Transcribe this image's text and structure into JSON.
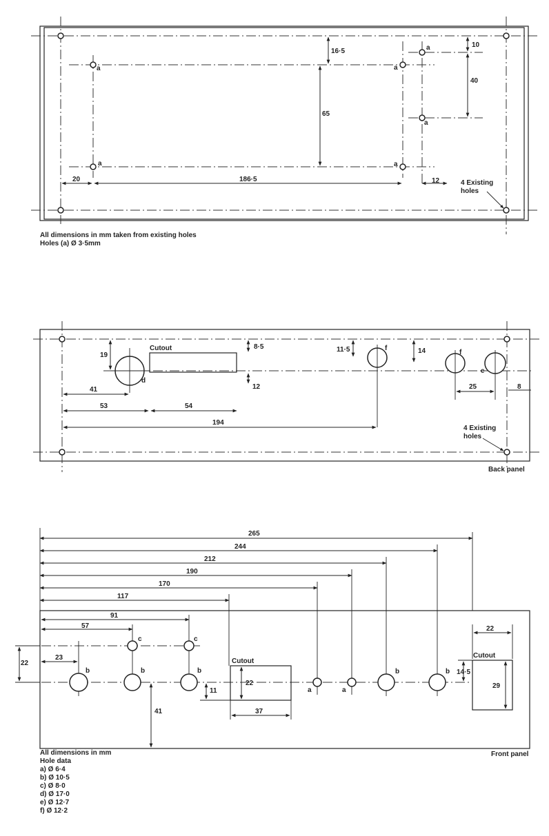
{
  "top_panel": {
    "hole_labels": [
      "a",
      "a",
      "a",
      "a",
      "a",
      "a"
    ],
    "dims": {
      "d16_5": "16·5",
      "d65": "65",
      "d10": "10",
      "d40": "40",
      "d20": "20",
      "d186_5": "186·5",
      "d12": "12"
    },
    "existing_holes_note": [
      "4 Existing",
      "holes"
    ],
    "notes": [
      "All dimensions in mm taken from existing holes",
      "Holes (a)  Ø  3·5mm"
    ]
  },
  "back_panel": {
    "title": "Back panel",
    "cutout_label": "Cutout",
    "hole_labels": {
      "d": "d",
      "f1": "f",
      "f2": "f",
      "e": "e"
    },
    "dims": {
      "d19": "19",
      "d8_5": "8·5",
      "d12": "12",
      "d11_5": "11·5",
      "d14": "14",
      "d41": "41",
      "d53": "53",
      "d54": "54",
      "d194": "194",
      "d25": "25",
      "d8": "8"
    },
    "existing_holes_note": [
      "4 Existing",
      "holes"
    ]
  },
  "front_panel": {
    "title": "Front panel",
    "cutout_label_1": "Cutout",
    "cutout_label_2": "Cutout",
    "hole_labels": {
      "c1": "c",
      "c2": "c",
      "b1": "b",
      "b2": "b",
      "b3": "b",
      "a1": "a",
      "a2": "a",
      "b4": "b",
      "b5": "b"
    },
    "dims": {
      "d265": "265",
      "d244": "244",
      "d212": "212",
      "d190": "190",
      "d170": "170",
      "d117": "117",
      "d91": "91",
      "d57": "57",
      "d23": "23",
      "d22v": "22",
      "d11": "11",
      "d41": "41",
      "d22c": "22",
      "d37": "37",
      "d14_5": "14·5",
      "d22h": "22",
      "d29": "29"
    },
    "notes": [
      "All dimensions in mm",
      "Hole data",
      "a) Ø  6·4",
      "b) Ø  10·5",
      "c) Ø  8·0",
      "d) Ø  17·0",
      "e) Ø  12·7",
      "f) Ø  12·2"
    ]
  }
}
